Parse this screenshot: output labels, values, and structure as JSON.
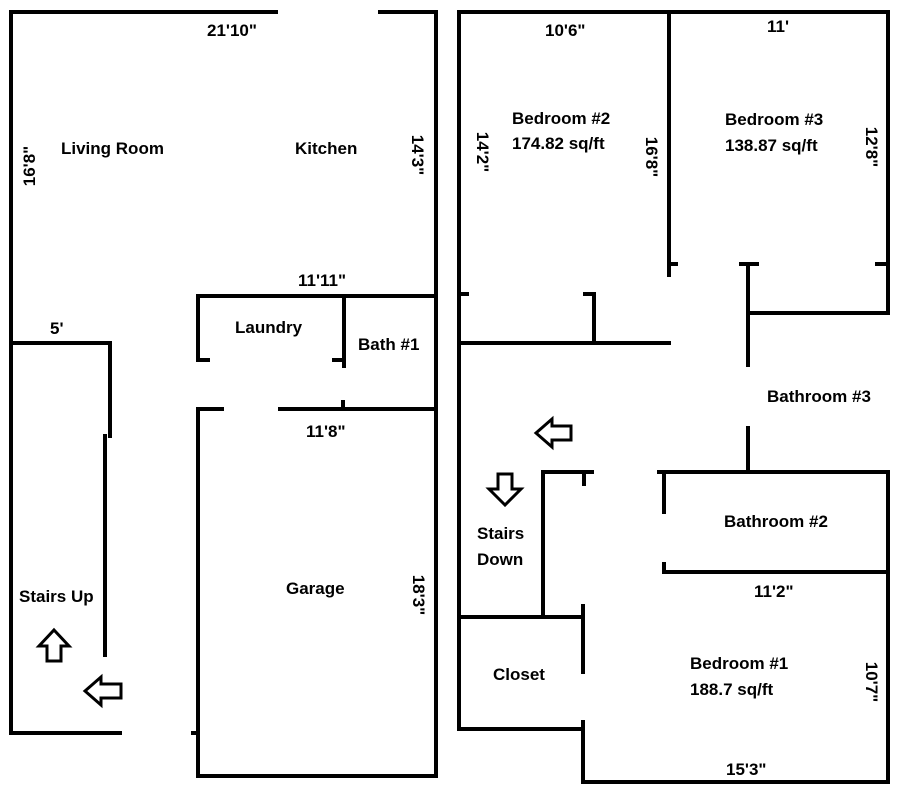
{
  "rooms": {
    "living_room": "Living Room",
    "kitchen": "Kitchen",
    "laundry": "Laundry",
    "bath_1": "Bath #1",
    "garage": "Garage",
    "stairs_up": "Stairs Up",
    "bedroom_2": "Bedroom #2",
    "bedroom_2_area": "174.82 sq/ft",
    "bedroom_3": "Bedroom #3",
    "bedroom_3_area": "138.87 sq/ft",
    "bathroom_3": "Bathroom #3",
    "bathroom_2": "Bathroom #2",
    "stairs_down_1": "Stairs",
    "stairs_down_2": "Down",
    "closet": "Closet",
    "bedroom_1": "Bedroom #1",
    "bedroom_1_area": "188.7 sq/ft"
  },
  "dimensions": {
    "main_top": "21'10\"",
    "living_left": "16'8\"",
    "kitchen_right": "14'3\"",
    "laundry_top": "11'11\"",
    "stair_width": "5'",
    "garage_top": "11'8\"",
    "garage_right": "18'3\"",
    "bed2_top": "10'6\"",
    "bed2_left": "14'2\"",
    "bed2_right": "16'8\"",
    "bed3_top": "11'",
    "bed3_right": "12'8\"",
    "bath2_bottom": "11'2\"",
    "bed1_right": "10'7\"",
    "bed1_bottom": "15'3\""
  }
}
